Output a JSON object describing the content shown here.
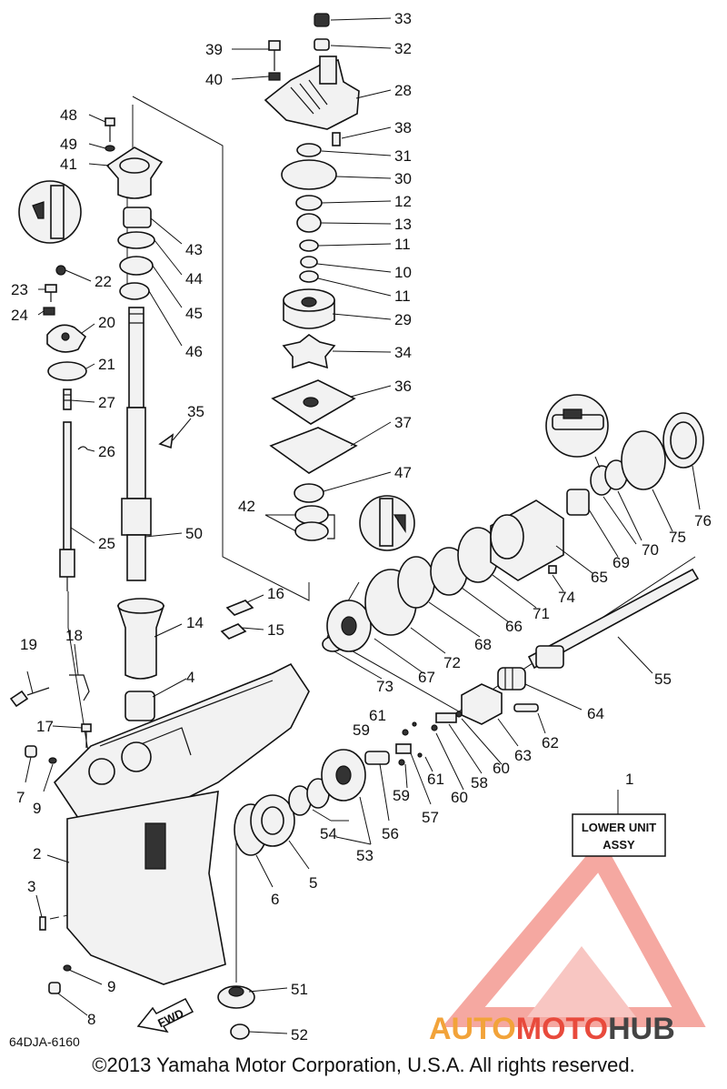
{
  "diagram": {
    "ref_code": "64DJA-6160",
    "assembly_box": [
      "LOWER UNIT",
      "ASSY"
    ],
    "fwd_arrow_label": "FWD",
    "callouts": [
      "1",
      "2",
      "3",
      "4",
      "5",
      "6",
      "7",
      "8",
      "9",
      "9",
      "10",
      "11",
      "11",
      "12",
      "13",
      "14",
      "15",
      "16",
      "17",
      "18",
      "19",
      "20",
      "21",
      "22",
      "23",
      "24",
      "25",
      "26",
      "27",
      "28",
      "29",
      "30",
      "31",
      "32",
      "33",
      "34",
      "35",
      "36",
      "37",
      "38",
      "39",
      "40",
      "41",
      "42",
      "43",
      "44",
      "45",
      "46",
      "47",
      "48",
      "49",
      "50",
      "51",
      "52",
      "53",
      "54",
      "55",
      "56",
      "57",
      "58",
      "59",
      "59",
      "60",
      "60",
      "61",
      "61",
      "62",
      "63",
      "64",
      "65",
      "66",
      "67",
      "68",
      "69",
      "70",
      "71",
      "72",
      "73",
      "74",
      "75",
      "76"
    ]
  },
  "watermark": {
    "part1": "AUTO",
    "part2": "MOTO",
    "part3": "HUB",
    "colors": {
      "auto": "#f2a33a",
      "moto": "#e84a3c",
      "hub": "#444444",
      "triangle": "#f28b82"
    }
  },
  "footer": {
    "copyright": "©2013 Yamaha Motor Corporation, U.S.A. All rights reserved."
  }
}
